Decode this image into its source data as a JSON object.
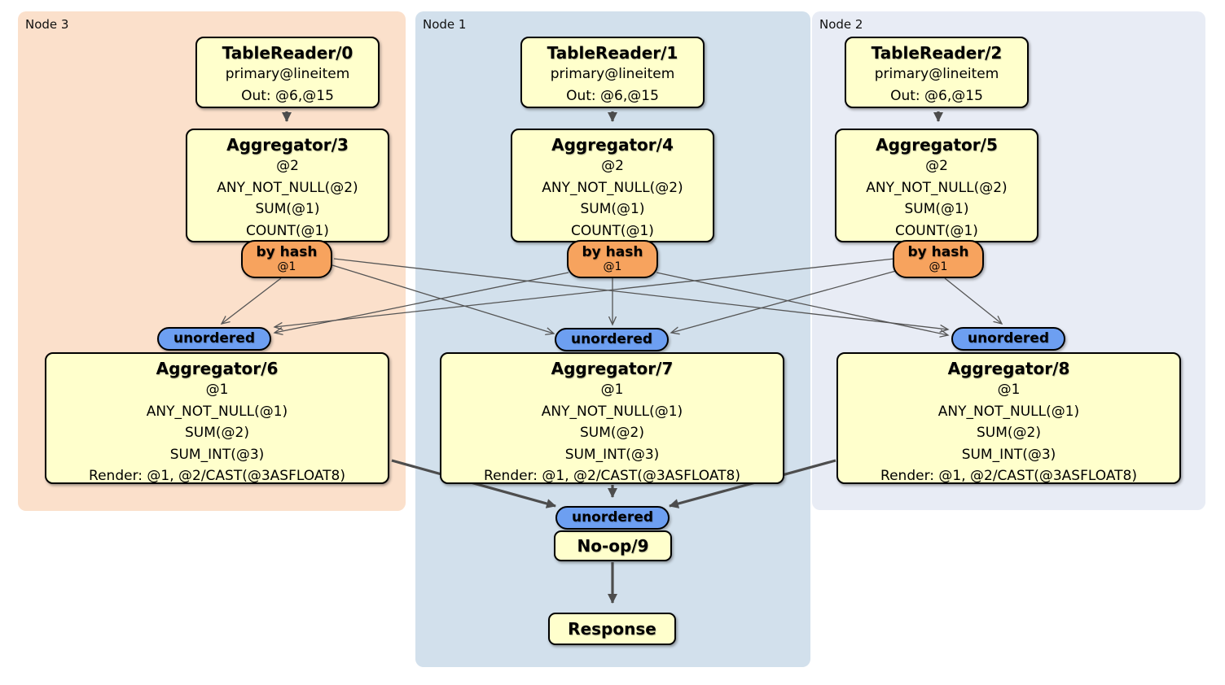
{
  "regions": [
    {
      "label": "Node 3",
      "color": "#fbe0cb"
    },
    {
      "label": "Node 1",
      "color": "#d2e0ec"
    },
    {
      "label": "Node 2",
      "color": "#e8ecf5"
    }
  ],
  "table_readers": [
    {
      "title": "TableReader/0",
      "index": "primary@lineitem",
      "out": "Out: @6,@15"
    },
    {
      "title": "TableReader/1",
      "index": "primary@lineitem",
      "out": "Out: @6,@15"
    },
    {
      "title": "TableReader/2",
      "index": "primary@lineitem",
      "out": "Out: @6,@15"
    }
  ],
  "hash_aggregators": [
    {
      "title": "Aggregator/3",
      "lines": [
        "@2",
        "ANY_NOT_NULL(@2)",
        "SUM(@1)",
        "COUNT(@1)"
      ]
    },
    {
      "title": "Aggregator/4",
      "lines": [
        "@2",
        "ANY_NOT_NULL(@2)",
        "SUM(@1)",
        "COUNT(@1)"
      ]
    },
    {
      "title": "Aggregator/5",
      "lines": [
        "@2",
        "ANY_NOT_NULL(@2)",
        "SUM(@1)",
        "COUNT(@1)"
      ]
    }
  ],
  "routers": [
    {
      "label": "by hash",
      "detail": "@1"
    },
    {
      "label": "by hash",
      "detail": "@1"
    },
    {
      "label": "by hash",
      "detail": "@1"
    }
  ],
  "streams": [
    {
      "label": "unordered"
    },
    {
      "label": "unordered"
    },
    {
      "label": "unordered"
    },
    {
      "label": "unordered"
    }
  ],
  "final_aggregators": [
    {
      "title": "Aggregator/6",
      "lines": [
        "@1",
        "ANY_NOT_NULL(@1)",
        "SUM(@2)",
        "SUM_INT(@3)",
        "Render: @1, @2/CAST(@3ASFLOAT8)"
      ]
    },
    {
      "title": "Aggregator/7",
      "lines": [
        "@1",
        "ANY_NOT_NULL(@1)",
        "SUM(@2)",
        "SUM_INT(@3)",
        "Render: @1, @2/CAST(@3ASFLOAT8)"
      ]
    },
    {
      "title": "Aggregator/8",
      "lines": [
        "@1",
        "ANY_NOT_NULL(@1)",
        "SUM(@2)",
        "SUM_INT(@3)",
        "Render: @1, @2/CAST(@3ASFLOAT8)"
      ]
    }
  ],
  "noop": {
    "title": "No-op/9"
  },
  "response": {
    "title": "Response"
  },
  "colors": {
    "region_node3": "#fbe0cb",
    "region_node1": "#d2e0ec",
    "region_node2": "#e8ecf5",
    "processor_fill": "#ffffcc",
    "router_fill": "#f7a35e",
    "stream_fill": "#6d9ff1",
    "edge": "#555555",
    "border": "#000000"
  }
}
